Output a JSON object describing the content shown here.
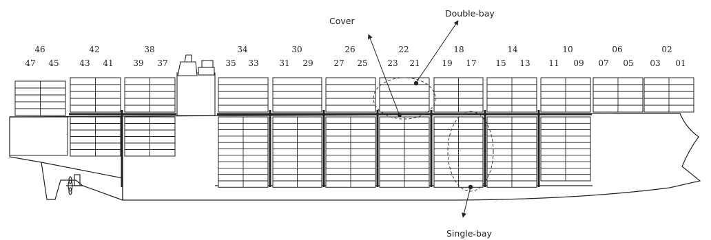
{
  "bays": {
    "upper": [
      "46",
      "42",
      "38",
      "34",
      "30",
      "26",
      "22",
      "18",
      "14",
      "10",
      "06",
      "02"
    ],
    "lower": [
      "47",
      "45",
      "43",
      "41",
      "39",
      "37",
      "35",
      "33",
      "31",
      "29",
      "27",
      "25",
      "23",
      "21",
      "19",
      "17",
      "15",
      "13",
      "11",
      "09",
      "07",
      "05",
      "03",
      "01"
    ]
  },
  "annotations": {
    "cover": "Cover",
    "double_bay": "Double-bay",
    "single_bay": "Single-bay"
  },
  "colors": {
    "line": "#222222",
    "annotation": "#333333"
  }
}
